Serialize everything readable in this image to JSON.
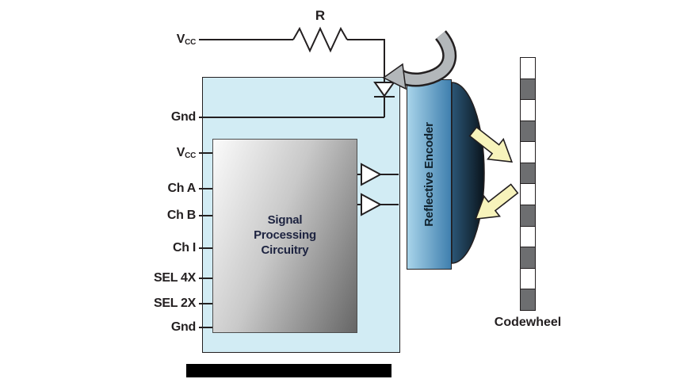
{
  "diagram": {
    "resistor": {
      "label": "R"
    },
    "pins": [
      {
        "label": "V",
        "sub": "CC"
      },
      {
        "label": "Gnd",
        "sub": ""
      },
      {
        "label": "V",
        "sub": "CC"
      },
      {
        "label": "Ch A",
        "sub": ""
      },
      {
        "label": "Ch B",
        "sub": ""
      },
      {
        "label": "Ch I",
        "sub": ""
      },
      {
        "label": "SEL 4X",
        "sub": ""
      },
      {
        "label": "SEL 2X",
        "sub": ""
      },
      {
        "label": "Gnd",
        "sub": ""
      }
    ],
    "signal_block": {
      "label": "Signal\nProcessing\nCircuitry"
    },
    "encoder": {
      "label": "Reflective Encoder"
    },
    "codewheel": {
      "label": "Codewheel",
      "segment_count": 12
    },
    "colors": {
      "outline": "#231f20",
      "package_fill": "#d2ecf4",
      "signal_fill_light": "#fbfbfb",
      "signal_fill_mid": "#c9c9c9",
      "signal_fill_dark": "#666666",
      "encoder_fill_light": "#a8d4ea",
      "encoder_fill_dark": "#3f7fae",
      "dome_light": "#2b5676",
      "dome_dark": "#0a141c",
      "arrow_yellow": "#f7f3bb",
      "arrow_gray": "#b3b7ba",
      "codewheel_dark": "#6d6e70"
    }
  }
}
